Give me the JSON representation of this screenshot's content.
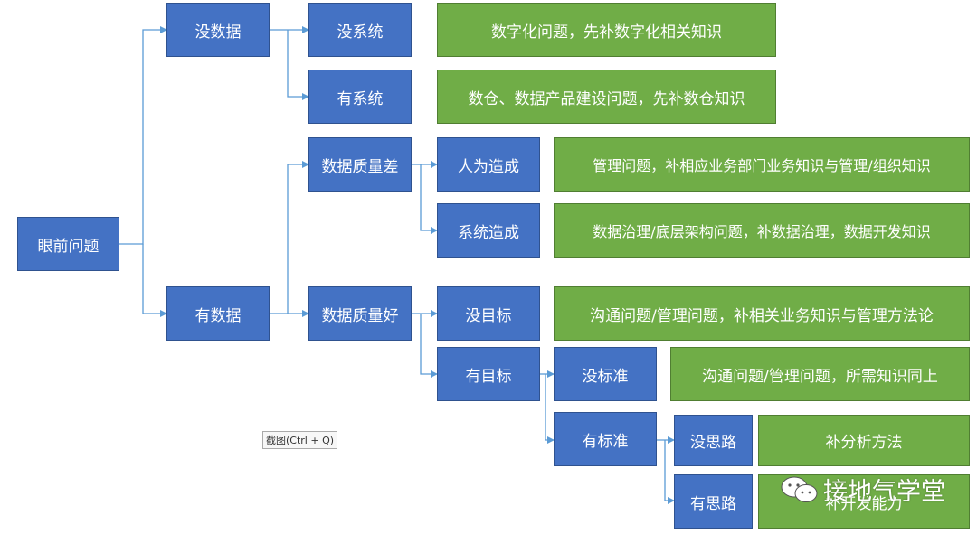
{
  "nodes": {
    "root": "眼前问题",
    "no_data": "没数据",
    "has_data": "有数据",
    "no_system": "没系统",
    "has_system": "有系统",
    "quality_bad": "数据质量差",
    "quality_good": "数据质量好",
    "human_caused": "人为造成",
    "system_caused": "系统造成",
    "no_goal": "没目标",
    "has_goal": "有目标",
    "no_standard": "没标准",
    "has_standard": "有标准",
    "no_idea": "没思路",
    "has_idea": "有思路"
  },
  "outcomes": {
    "no_system": "数字化问题，先补数字化相关知识",
    "has_system": "数仓、数据产品建设问题，先补数仓知识",
    "human_caused": "管理问题，补相应业务部门业务知识与管理/组织知识",
    "system_caused": "数据治理/底层架构问题，补数据治理，数据开发知识",
    "no_goal": "沟通问题/管理问题，补相关业务知识与管理方法论",
    "no_standard": "沟通问题/管理问题，所需知识同上",
    "no_idea": "补分析方法",
    "has_idea": "补开发能力"
  },
  "tooltip": "截图(Ctrl + Q)",
  "watermark": "接地气学堂",
  "colors": {
    "node": "#4472c4",
    "outcome": "#70ad47",
    "connector": "#5b9bd5"
  }
}
